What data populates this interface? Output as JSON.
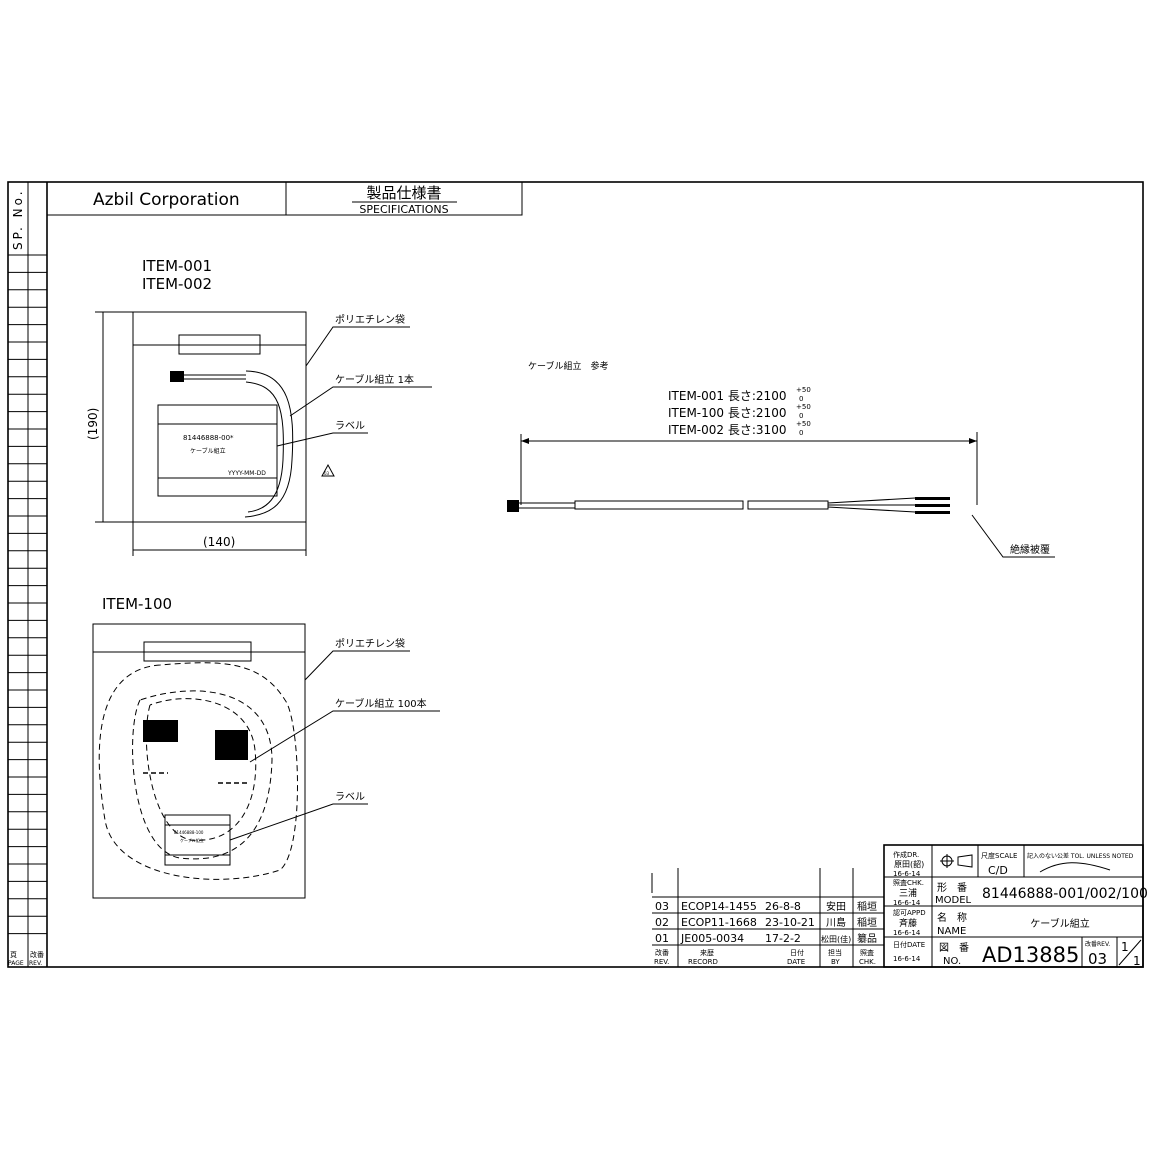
{
  "header": {
    "company": "Azbil Corporation",
    "doc_type_jp": "製品仕様書",
    "doc_type_en": "SPECIFICATIONS",
    "sp_no_label": "SP. No."
  },
  "margin": {
    "page_label_jp": "頁",
    "page_label_en": "PAGE",
    "rev_label_jp": "改番",
    "rev_label_en": "REV."
  },
  "view1": {
    "items": [
      "ITEM-001",
      "ITEM-002"
    ],
    "callout_bag": "ポリエチレン袋",
    "callout_cable": "ケーブル組立 1本",
    "callout_label": "ラベル",
    "label_part": "81446888-00*",
    "label_name": "ケーブル組立",
    "label_date": "YYYY-MM-DD",
    "dim_height": "(190)",
    "dim_width": "(140)",
    "rev_mark": "03"
  },
  "view2": {
    "item": "ITEM-100",
    "callout_bag": "ポリエチレン袋",
    "callout_cable": "ケーブル組立 100本",
    "callout_label": "ラベル",
    "label_part": "81446888-100",
    "label_name": "ケーブル組立"
  },
  "cable": {
    "title": "ケーブル組立　参考",
    "lengths": [
      {
        "item": "ITEM-001",
        "text": "長さ:2100",
        "tol_upper": "+50",
        "tol_lower": "0"
      },
      {
        "item": "ITEM-100",
        "text": "長さ:2100",
        "tol_upper": "+50",
        "tol_lower": "0"
      },
      {
        "item": "ITEM-002",
        "text": "長さ:3100",
        "tol_upper": "+50",
        "tol_lower": "0"
      }
    ],
    "callout_insulation": "絶縁被覆"
  },
  "revisions": {
    "rows": [
      {
        "rev": "03",
        "record": "ECOP14-1455",
        "date": "26-8-8",
        "by": "安田",
        "chk": "稲垣"
      },
      {
        "rev": "02",
        "record": "ECOP11-1668",
        "date": "23-10-21",
        "by": "川島",
        "chk": "稲垣"
      },
      {
        "rev": "01",
        "record": "JE005-0034",
        "date": "17-2-2",
        "by": "松田(佳)",
        "chk": "纂品"
      }
    ],
    "headers": {
      "rev_jp": "改番",
      "rev_en": "REV.",
      "record_jp": "来歴",
      "record_en": "RECORD",
      "date_jp": "日付",
      "date_en": "DATE",
      "by_jp": "担当",
      "by_en": "BY",
      "chk_jp": "照査",
      "chk_en": "CHK."
    }
  },
  "title_block": {
    "dr_label": "作成DR.",
    "dr_name": "原田(韶)",
    "dr_date": "16-6-14",
    "chk_label": "照査CHK.",
    "chk_name": "三浦",
    "chk_date": "16-6-14",
    "appd_label": "認可APPD",
    "appd_name": "斉藤",
    "appd_date": "16-6-14",
    "date_label": "日付DATE",
    "date_value": "16-6-14",
    "scale_label": "尺度SCALE",
    "scale_value": "C/D",
    "tol_label": "記入のない公差 TOL. UNLESS NOTED",
    "model_label_jp": "形　番",
    "model_label_en": "MODEL",
    "model_value": "81446888-001/002/100",
    "name_label_jp": "名　称",
    "name_label_en": "NAME",
    "name_value": "ケーブル組立",
    "no_label_jp": "図　番",
    "no_label_en": "NO.",
    "no_value": "AD13885",
    "rev_label": "改番REV.",
    "rev_value": "03",
    "sheet_value": "1",
    "sheet_total": "1"
  }
}
